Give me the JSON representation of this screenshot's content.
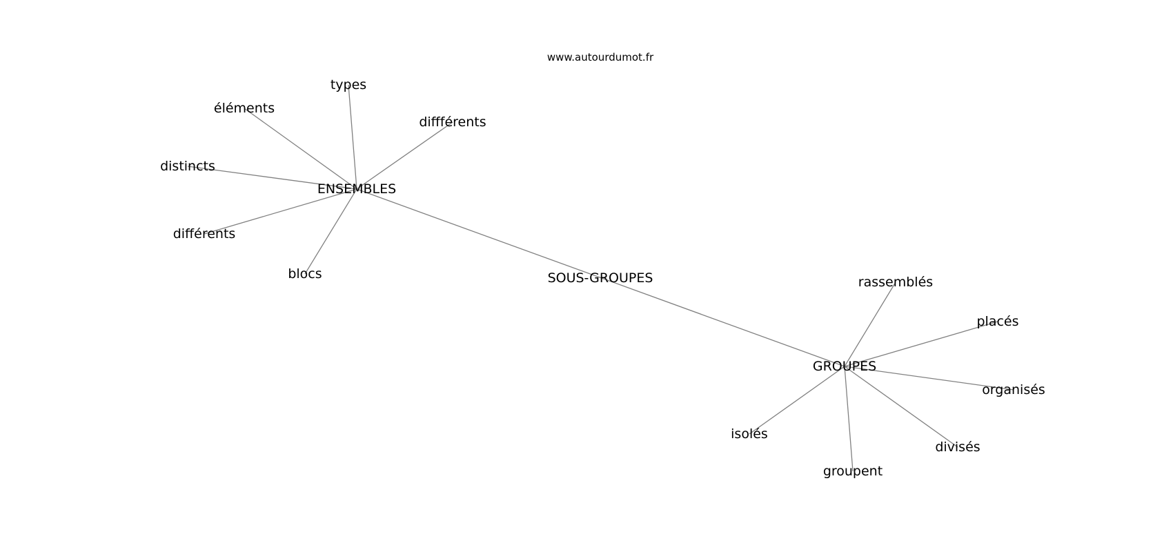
{
  "source": "www.autourdumot.fr",
  "nodes": [
    {
      "id": "sous-groupes",
      "label": "SOUS-GROUPES"
    },
    {
      "id": "ensembles",
      "label": "ENSEMBLES"
    },
    {
      "id": "groupes",
      "label": "GROUPES"
    },
    {
      "id": "types",
      "label": "types"
    },
    {
      "id": "elements",
      "label": "éléments"
    },
    {
      "id": "diffferents",
      "label": "diffférents"
    },
    {
      "id": "distincts",
      "label": "distincts"
    },
    {
      "id": "differents",
      "label": "différents"
    },
    {
      "id": "blocs",
      "label": "blocs"
    },
    {
      "id": "rassembles",
      "label": "rassemblés"
    },
    {
      "id": "places",
      "label": "placés"
    },
    {
      "id": "organises",
      "label": "organisés"
    },
    {
      "id": "isoles",
      "label": "isolés"
    },
    {
      "id": "divises",
      "label": "divisés"
    },
    {
      "id": "groupent",
      "label": "groupent"
    }
  ],
  "edges": [
    {
      "from": "ensembles",
      "to": "groupes"
    },
    {
      "from": "ensembles",
      "to": "types"
    },
    {
      "from": "ensembles",
      "to": "elements"
    },
    {
      "from": "ensembles",
      "to": "diffferents"
    },
    {
      "from": "ensembles",
      "to": "distincts"
    },
    {
      "from": "ensembles",
      "to": "differents"
    },
    {
      "from": "ensembles",
      "to": "blocs"
    },
    {
      "from": "groupes",
      "to": "rassembles"
    },
    {
      "from": "groupes",
      "to": "places"
    },
    {
      "from": "groupes",
      "to": "organises"
    },
    {
      "from": "groupes",
      "to": "isoles"
    },
    {
      "from": "groupes",
      "to": "divises"
    },
    {
      "from": "groupes",
      "to": "groupent"
    }
  ]
}
